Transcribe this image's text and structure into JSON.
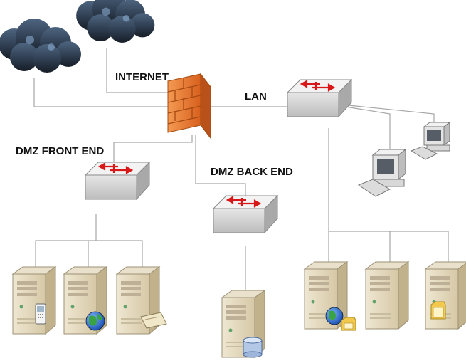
{
  "labels": {
    "internet": "INTERNET",
    "lan": "LAN",
    "dmz_front": "DMZ FRONT END",
    "dmz_back": "DMZ BACK END"
  },
  "colors": {
    "firewall": "#e2702c",
    "cloud": "#2c3a4c",
    "switch_top": "#f1f1f1",
    "arrow": "#d81818",
    "server_beige": "#ded2b3",
    "wire": "#a6a6a6"
  },
  "nodes": {
    "clouds": [
      "cloud-left",
      "cloud-right"
    ],
    "firewall": "firewall-icon",
    "switches": [
      "switch-lan",
      "switch-dmz-front",
      "switch-dmz-back"
    ],
    "workstations": [
      "workstation-large",
      "workstation-small"
    ],
    "servers": {
      "dmz_front": [
        "phone-server",
        "web-server",
        "mail-server"
      ],
      "dmz_back": [
        "database-server"
      ],
      "lan": [
        "web-file-server",
        "plain-server",
        "file-server"
      ]
    }
  }
}
